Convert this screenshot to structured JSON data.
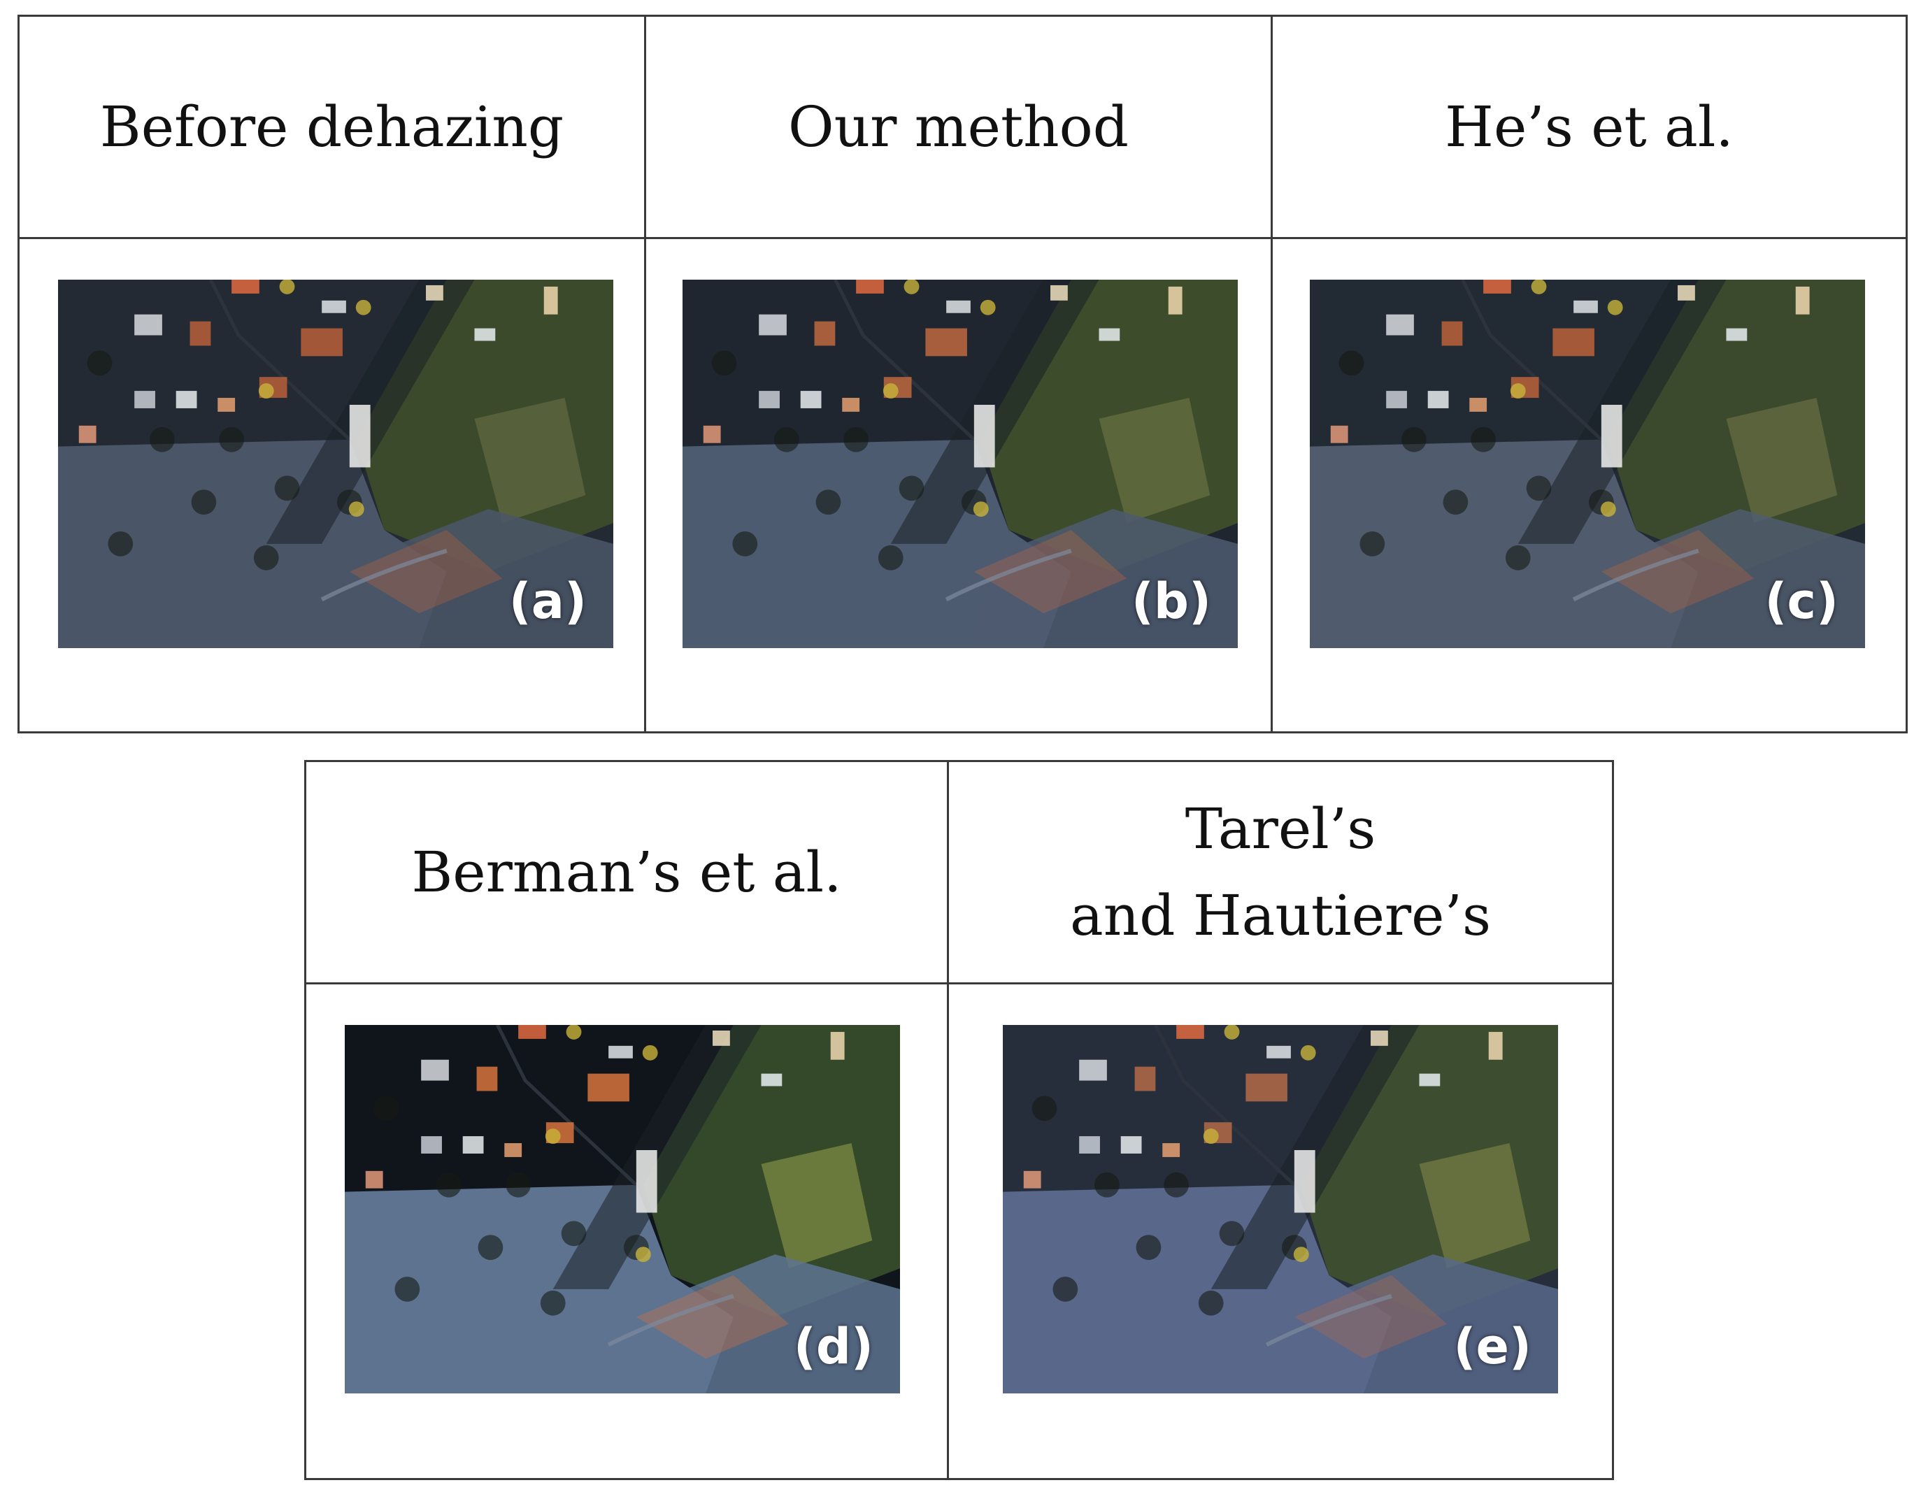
{
  "top_table": {
    "headers": [
      "Before dehazing",
      "Our method",
      "He’s et al."
    ],
    "panel_labels": [
      "(a)",
      "(b)",
      "(c)"
    ]
  },
  "bottom_table": {
    "headers": [
      "Berman’s et al.",
      "Tarel’s\nand Hautiere’s"
    ],
    "panel_labels": [
      "(d)",
      "(e)"
    ]
  }
}
